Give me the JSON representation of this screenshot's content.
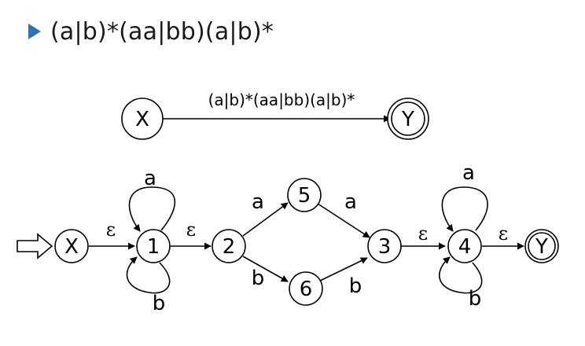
{
  "heading": "(a|b)*(aa|bb)(a|b)*",
  "top_diagram": {
    "start_node": "X",
    "end_node": "Y",
    "edge_label": "(a|b)*(aa|bb)(a|b)*"
  },
  "nfa": {
    "nodes": {
      "x": "X",
      "n1": "1",
      "n2": "2",
      "n3": "3",
      "n4": "4",
      "n5": "5",
      "n6": "6",
      "y": "Y"
    },
    "labels": {
      "x_1": "ε",
      "n1_2": "ε",
      "n3_4": "ε",
      "n4_y": "ε",
      "n1_loop_top": "a",
      "n1_loop_bottom": "b",
      "n2_5": "a",
      "n5_3": "a",
      "n2_6": "b",
      "n6_3": "b",
      "n4_loop_top": "a",
      "n4_loop_bottom": "b"
    }
  }
}
